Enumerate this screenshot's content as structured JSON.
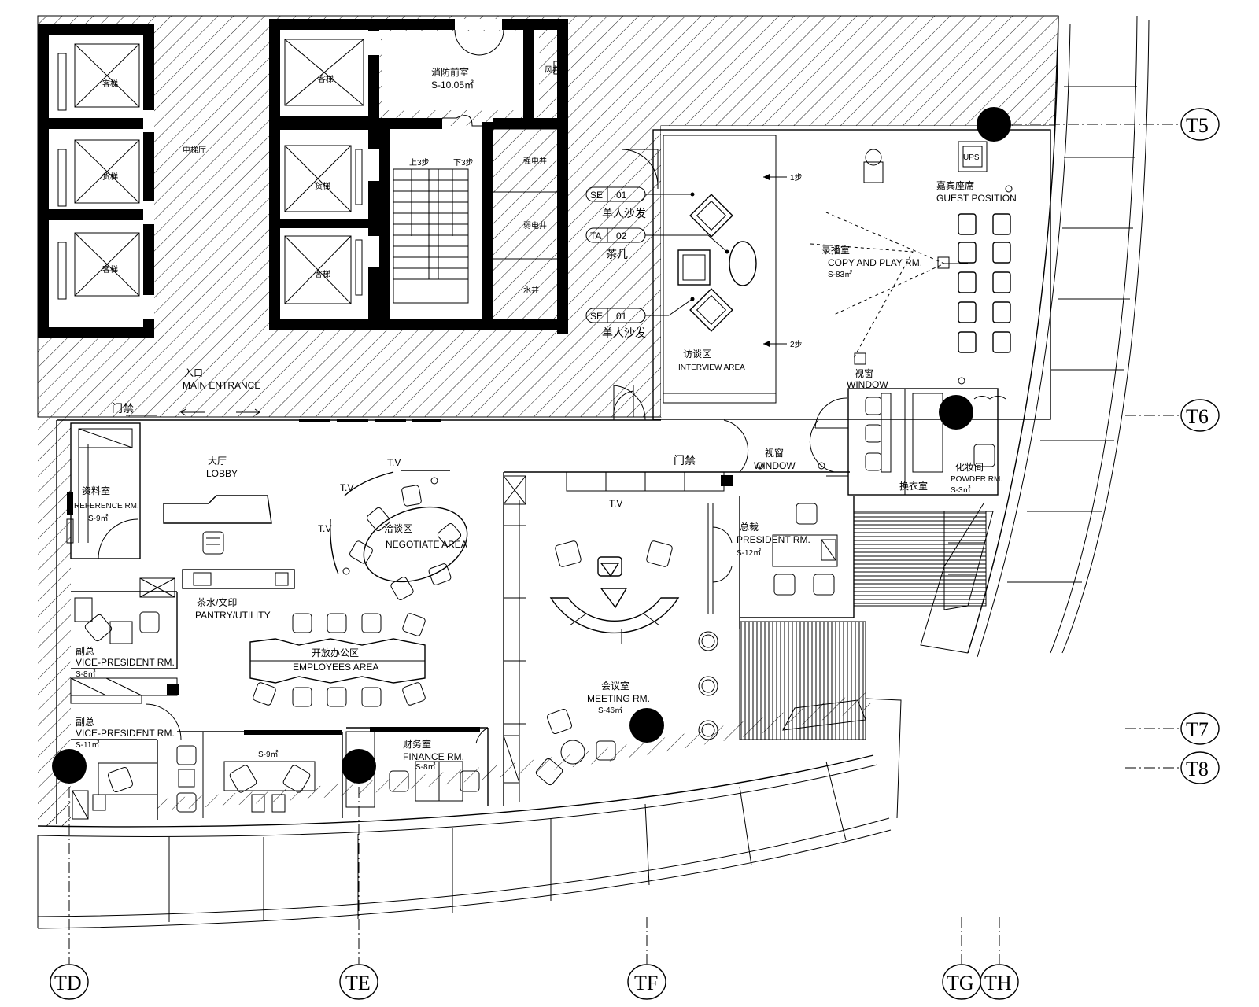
{
  "axes": {
    "T5": "T5",
    "T6": "T6",
    "T7": "T7",
    "T8": "T8",
    "TD": "TD",
    "TE": "TE",
    "TF": "TF",
    "TG": "TG",
    "TH": "TH"
  },
  "rooms": {
    "fire_front": {
      "zh": "消防前室",
      "area": "S-10.05㎡"
    },
    "main_entrance": {
      "zh": "入口",
      "en": "MAIN ENTRANCE"
    },
    "access_control_1": "门禁",
    "access_control_2": "门禁",
    "lobby": {
      "zh": "大厅",
      "en": "LOBBY"
    },
    "reference": {
      "zh": "资料室",
      "en": "REFERENCE RM.",
      "area": "S-9㎡"
    },
    "pantry": {
      "zh": "茶水/文印",
      "en": "PANTRY/UTILITY"
    },
    "negotiate": {
      "zh": "洽谈区",
      "en": "NEGOTIATE AREA"
    },
    "employees": {
      "zh": "开放办公区",
      "en": "EMPLOYEES AREA"
    },
    "vp1": {
      "zh": "副总",
      "en": "VICE-PRESIDENT RM.",
      "area": "S-8㎡"
    },
    "vp2": {
      "zh": "副总",
      "en": "VICE-PRESIDENT RM.",
      "area": "S-11㎡"
    },
    "small_office": {
      "area": "S-9㎡"
    },
    "finance": {
      "zh": "财务室",
      "en": "FINANCE RM.",
      "area": "S-8㎡"
    },
    "meeting": {
      "zh": "会议室",
      "en": "MEETING RM.",
      "area": "S-46㎡"
    },
    "president": {
      "zh": "总裁",
      "en": "PRESIDENT RM.",
      "area": "S-12㎡"
    },
    "interview": {
      "zh": "访谈区",
      "en": "INTERVIEW AREA"
    },
    "copy_play": {
      "zh": "录播室",
      "en": "COPY AND PLAY RM.",
      "area": "S-83㎡"
    },
    "guest": {
      "zh": "嘉宾座席",
      "en": "GUEST POSITION"
    },
    "window1": {
      "zh": "视窗",
      "en": "WINDOW"
    },
    "window2": {
      "zh": "视窗",
      "en": "WINDOW"
    },
    "powder": {
      "zh": "化妆间",
      "en": "POWDER RM.",
      "area": "S-3㎡"
    },
    "dressing": {
      "zh": "换衣室"
    },
    "ups": "UPS"
  },
  "tv_labels": [
    "T.V",
    "T.V",
    "T.V",
    "T.V"
  ],
  "stairs": {
    "up": "上3步",
    "down": "下3步"
  },
  "steps": {
    "top": "1步",
    "bottom": "2步"
  },
  "tags": [
    {
      "code": "SE",
      "num": "01",
      "desc": "单人沙发"
    },
    {
      "code": "TA",
      "num": "02",
      "desc": "茶几"
    },
    {
      "code": "SE",
      "num": "01",
      "desc": "单人沙发"
    }
  ],
  "lift_labels": [
    "客梯",
    "货梯",
    "客梯",
    "客梯",
    "货梯",
    "客梯"
  ],
  "misc_labels": {
    "lift_hall": "电梯厅",
    "shaft1": "强电井",
    "shaft2": "弱电井",
    "shaft3": "水井",
    "shaft4": "风井"
  }
}
